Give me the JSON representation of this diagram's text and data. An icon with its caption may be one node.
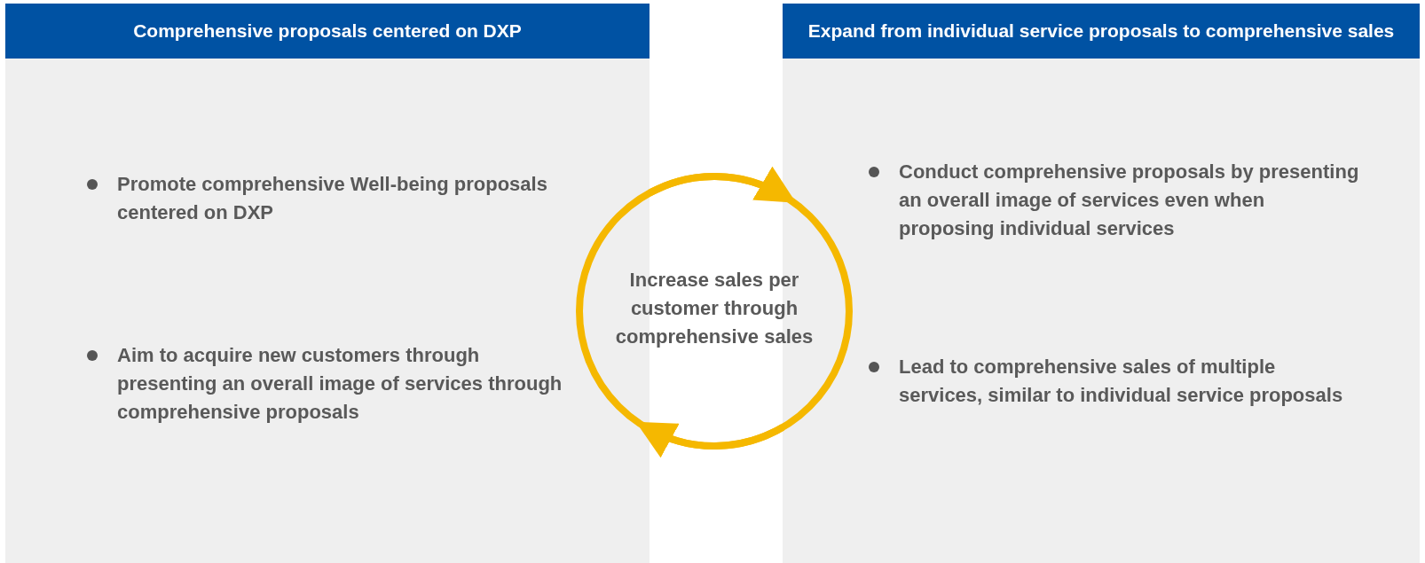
{
  "diagram": {
    "nodes": [
      {
        "text": [
          "Comprehensive proposals centered on DXP",
          "Promote comprehensive Well-being proposals centered on DXP",
          "Aim to acquire new customers through presenting an overall image of services through comprehensive proposals"
        ]
      },
      {
        "text": [
          "Expand from individual service proposals to comprehensive sales",
          "Conduct comprehensive proposals by presenting an overall image of services even when proposing individual services",
          "Lead to comprehensive sales of multiple services, similar to individual service proposals"
        ]
      }
    ],
    "edges": [
      {
        "from": 0,
        "to": 1,
        "arrow": "to",
        "color": "#f5b800"
      },
      {
        "from": 1,
        "to": 0,
        "arrow": "to",
        "color": "#f5b800"
      }
    ],
    "labels": [
      "Increase sales per customer through comprehensive sales"
    ]
  }
}
